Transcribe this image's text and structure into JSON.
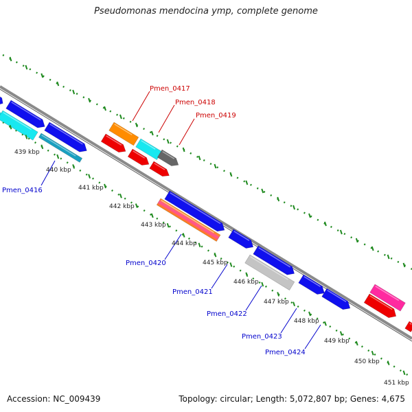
{
  "title": "Pseudomonas mendocina ymp, complete genome",
  "footer": {
    "accession": "Accession: NC_009439",
    "summary": "Topology: circular; Length: 5,072,807 bp; Genes: 4,675"
  },
  "colors": {
    "backbone": "#8a8a8a",
    "ruler_dots": "#1f8a1f",
    "label_forward": "#cc0000",
    "label_reverse": "#0000cc"
  },
  "kbp_ticks": [
    "439 kbp",
    "440 kbp",
    "441 kbp",
    "442 kbp",
    "443 kbp",
    "444 kbp",
    "445 kbp",
    "446 kbp",
    "447 kbp",
    "448 kbp",
    "449 kbp",
    "450 kbp",
    "451 kbp"
  ],
  "labels_forward": [
    "Pmen_0417",
    "Pmen_0418",
    "Pmen_0419"
  ],
  "labels_reverse": [
    "Pmen_0416",
    "Pmen_0420",
    "Pmen_0421",
    "Pmen_0422",
    "Pmen_0423",
    "Pmen_0424"
  ]
}
